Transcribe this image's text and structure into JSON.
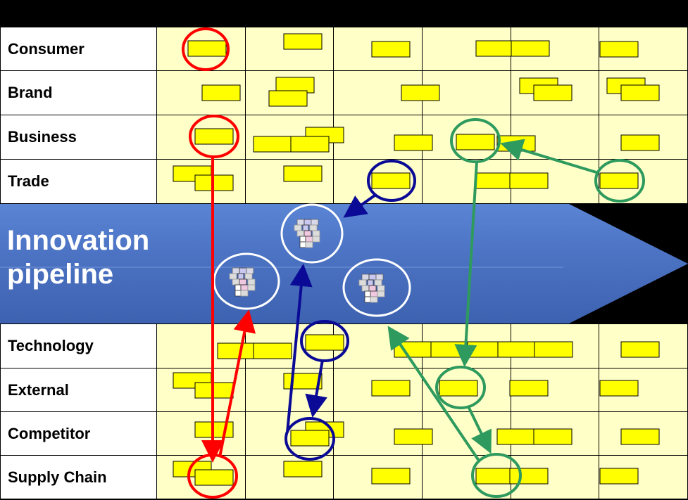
{
  "rows_top": [
    {
      "id": "consumer",
      "label": "Consumer"
    },
    {
      "id": "brand",
      "label": "Brand"
    },
    {
      "id": "business",
      "label": "Business"
    },
    {
      "id": "trade",
      "label": "Trade"
    }
  ],
  "pipeline": {
    "line1": "Innovation",
    "line2": "pipeline"
  },
  "rows_bottom": [
    {
      "id": "technology",
      "label": "Technology"
    },
    {
      "id": "external",
      "label": "External"
    },
    {
      "id": "competitor",
      "label": "Competitor"
    },
    {
      "id": "supply-chain",
      "label": "Supply Chain"
    }
  ],
  "colors": {
    "background": "#000000",
    "cell": "#ffffc8",
    "label_cell": "#ffffff",
    "sticky_note": "#ffff00",
    "pipeline_arrow": "#4a74c4",
    "red": "#ff0000",
    "blue": "#0a0a96",
    "green": "#2e9a5e"
  }
}
